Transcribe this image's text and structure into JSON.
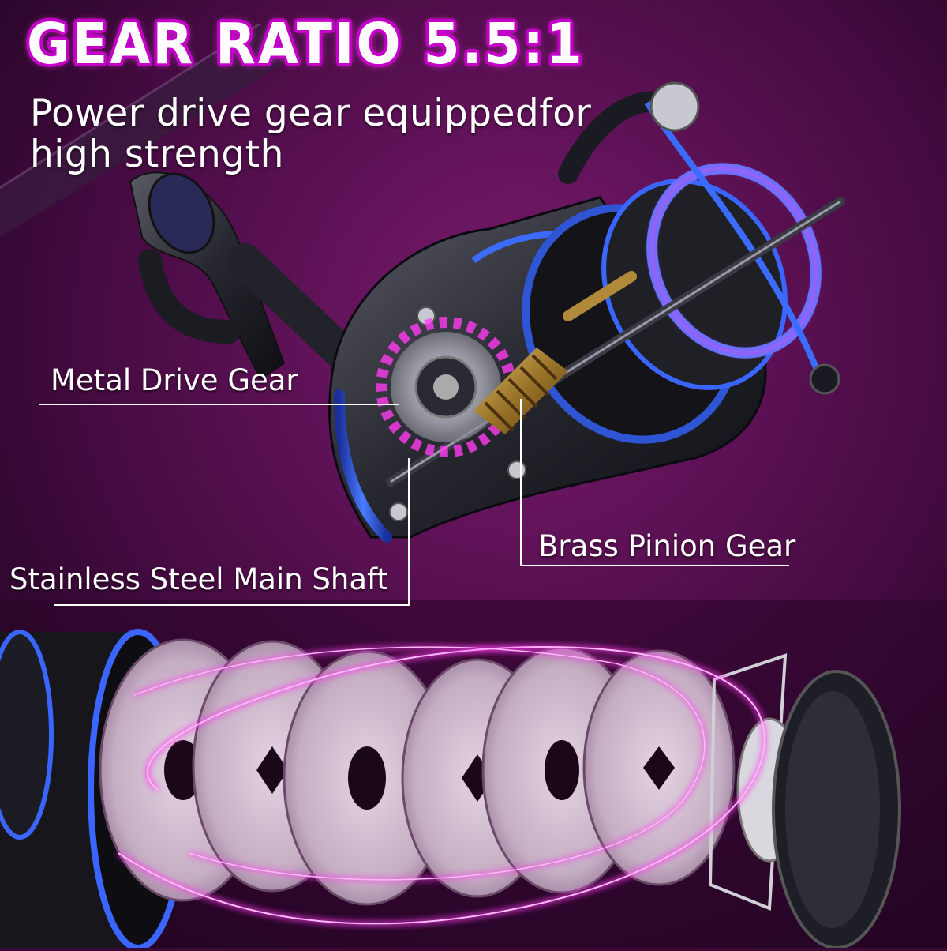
{
  "headline": "GEAR RATIO  5.5:1",
  "subtitle": "Power drive gear equippedfor high strength",
  "callouts": {
    "drive_gear": "Metal Drive Gear",
    "pinion_gear": "Brass Pinion Gear",
    "main_shaft": "Stainless Steel Main Shaft"
  },
  "colors": {
    "background": "#3a0a35",
    "headline_outline": "#c400c8",
    "accent_blue": "#2f55d4",
    "glow_magenta": "#ff3cf0",
    "brass": "#b08a3a",
    "washer": "#d8c6d6"
  }
}
